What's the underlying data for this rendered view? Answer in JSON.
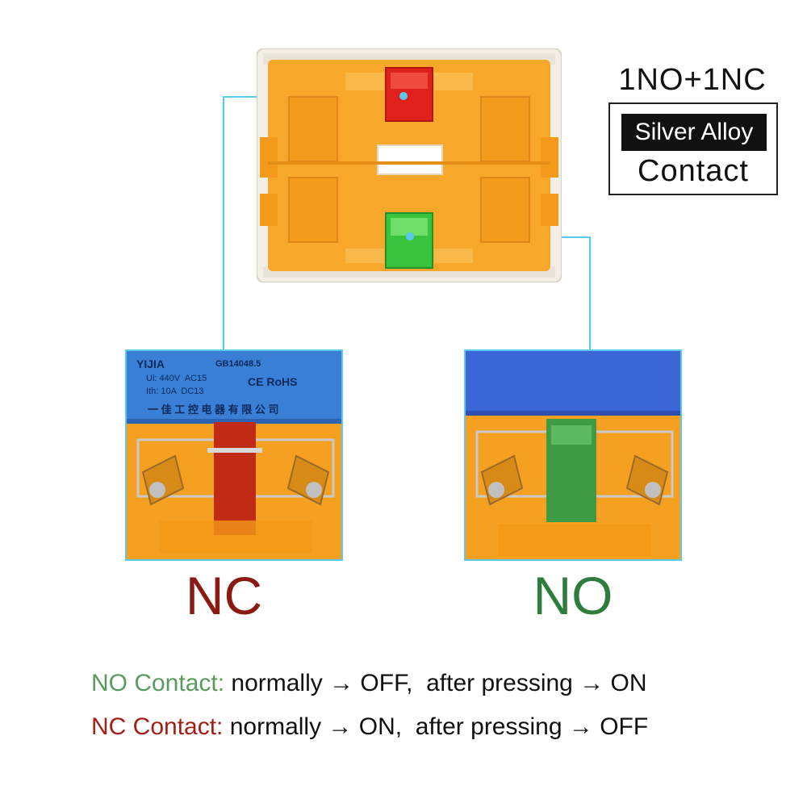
{
  "title": "1NO+1NC",
  "spec": {
    "badge": "Silver Alloy",
    "contact": "Contact"
  },
  "panels": {
    "nc": {
      "label": "NC",
      "sticker": {
        "brand": "YIJIA",
        "standard": "GB14048.5",
        "ratings_1": "Ui: 440V  AC15",
        "ratings_2": "Ith: 10A  DC13",
        "marks": "CE RoHS",
        "company": "一 佳 工 控 电 器 有 限 公 司"
      }
    },
    "no": {
      "label": "NO"
    }
  },
  "descriptions": {
    "no": {
      "key": "NO Contact:",
      "text": " normally → OFF,  after pressing → ON"
    },
    "nc": {
      "key": "NC Contact:",
      "text": " normally → ON,  after pressing → OFF"
    }
  },
  "colors": {
    "nc_red": "#8b1a12",
    "no_green": "#2f7d3c",
    "connector": "#5bc8f0",
    "body_orange": "#f7a82a"
  }
}
